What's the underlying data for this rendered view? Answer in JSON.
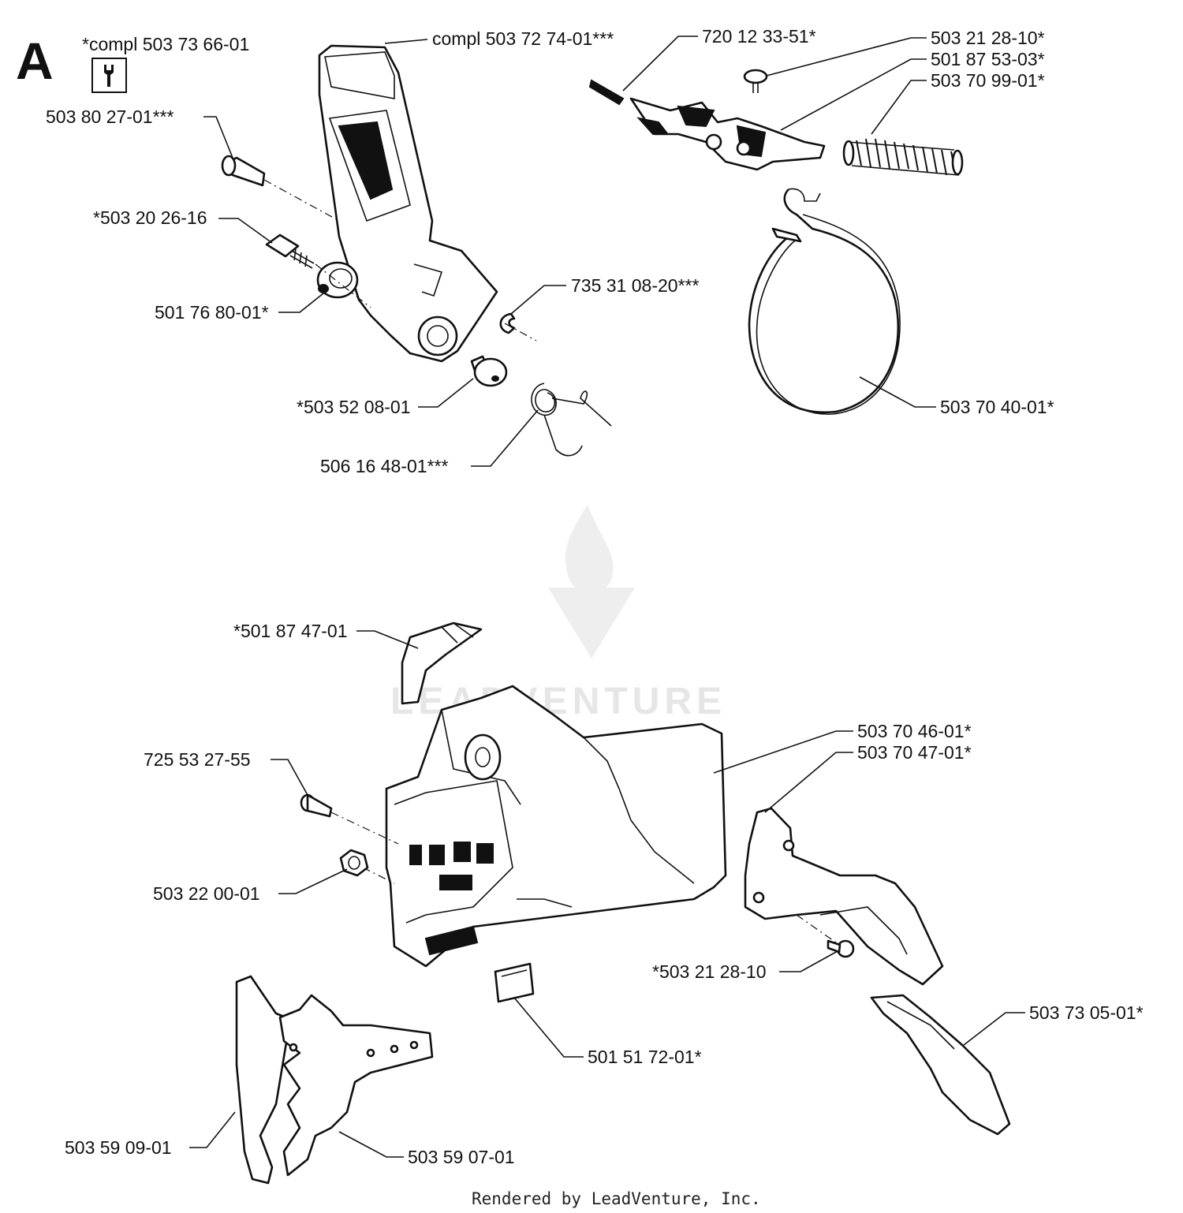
{
  "section_letter": "A",
  "kit_label": "*compl 503 73 66-01",
  "kit_icon": "wrench-icon",
  "watermark": "LEADVENTURE",
  "footer": "Rendered by LeadVenture, Inc.",
  "labels": {
    "cover_compl": "compl 503 72 74-01***",
    "screw_top": "503 80 27-01***",
    "bolt_26_16": "*503 20 26-16",
    "washer_76_80": "501 76 80-01*",
    "circlip": "735 31 08-20***",
    "bushing_52_08": "*503 52 08-01",
    "spring_16_48": "506 16 48-01***",
    "pin_720": "720 12 33-51*",
    "screw_28_10": "503 21 28-10*",
    "lever_53_03": "501 87 53-03*",
    "spring_99_01": "503 70 99-01*",
    "brake_band": "503 70 40-01*",
    "clip_47_01": "*501 87 47-01",
    "screw_725": "725 53 27-55",
    "plate_46_01": "503 70 46-01*",
    "plate_47_01": "503 70 47-01*",
    "nut_22_00": "503 22 00-01",
    "screw_28_10_b": "*503 21 28-10",
    "guide_05_01": "503 73 05-01*",
    "pad_72_01": "501 51 72-01*",
    "plate_09_01": "503 59 09-01",
    "plate_07_01": "503 59 07-01"
  }
}
